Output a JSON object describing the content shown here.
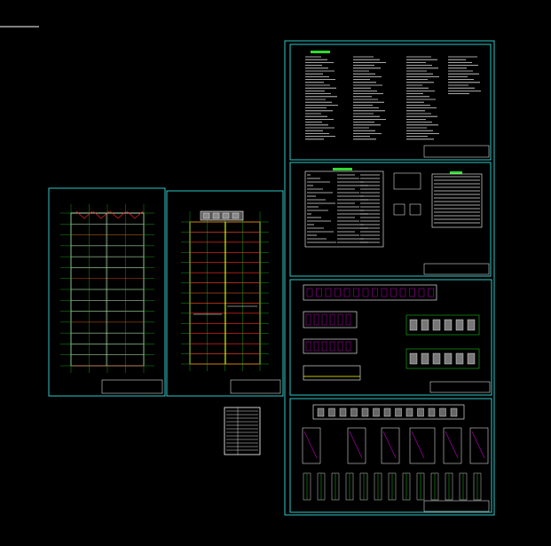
{
  "drawing_set": {
    "background_color": "#000000",
    "frame_color": "#2ec8c8",
    "line_colors": {
      "primary": "#ffffff",
      "grid": "#18c018",
      "roof": "#ff2020",
      "beam": "#ffff00",
      "accent": "#c000c0",
      "text": "#dddddd"
    },
    "sheets": [
      {
        "id": "floor-plan-left",
        "content": "plan"
      },
      {
        "id": "floor-plan-right",
        "content": "plan-colored"
      },
      {
        "id": "design-notes",
        "content": "notes"
      },
      {
        "id": "door-window-schedule",
        "content": "schedule"
      },
      {
        "id": "elevations-sections",
        "content": "elevations"
      },
      {
        "id": "details",
        "content": "details"
      }
    ],
    "loose_table": {
      "id": "standalone-table",
      "content": "table"
    }
  }
}
